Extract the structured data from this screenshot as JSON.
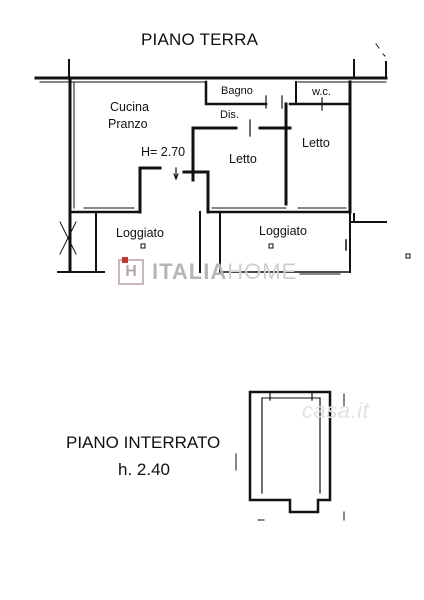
{
  "floor_ground": {
    "title": "PIANO TERRA",
    "rooms": {
      "cucina": "Cucina",
      "pranzo": "Pranzo",
      "height": "H= 2.70",
      "bagno": "Bagno",
      "wc": "w.c.",
      "dis": "Dis.",
      "letto1": "Letto",
      "letto2": "Letto",
      "loggiato1": "Loggiato",
      "loggiato2": "Loggiato"
    }
  },
  "floor_basement": {
    "title": "PIANO INTERRATO",
    "height": "h. 2.40"
  },
  "watermarks": {
    "logo_letter": "H",
    "brand_a": "ITALIA",
    "brand_b": "HOME",
    "secondary": "casa.it"
  }
}
